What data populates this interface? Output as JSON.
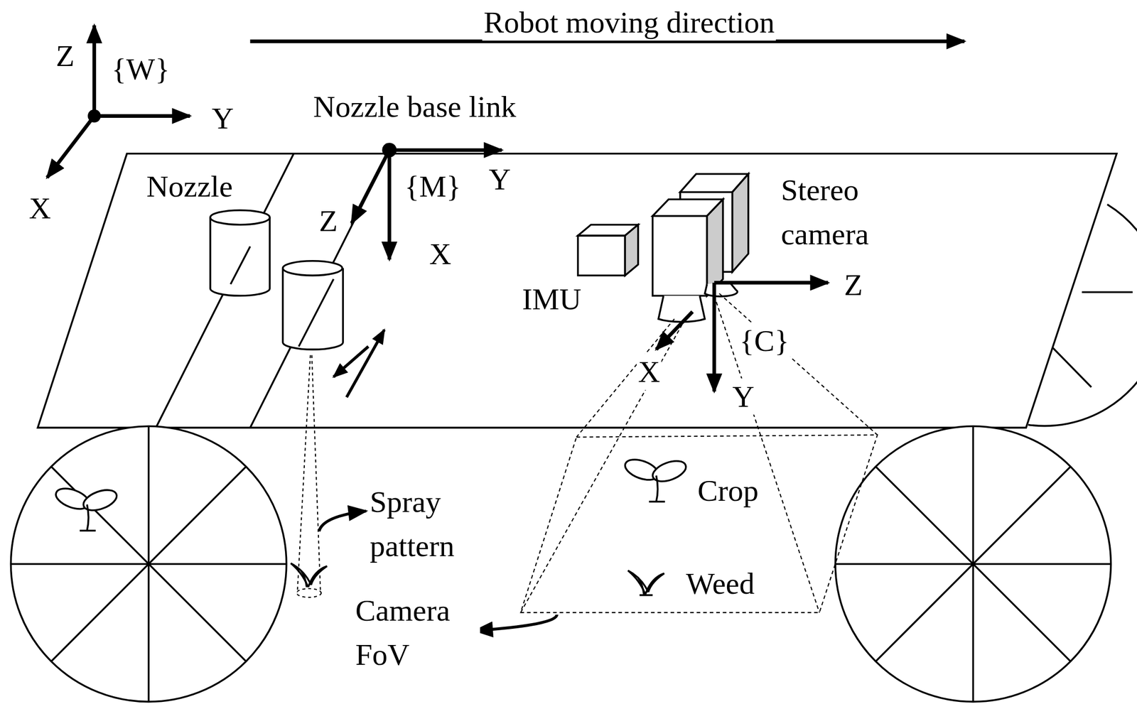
{
  "diagram": {
    "labels": [
      "Robot moving direction",
      "Z",
      "{W}",
      "Y",
      "X",
      "Nozzle base link",
      "Y",
      "{M}",
      "Z",
      "X",
      "Nozzle",
      "Stereo camera",
      "IMU",
      "Z",
      "X",
      "{C}",
      "Y",
      "Crop",
      "Spray pattern",
      "Weed",
      "Camera FoV"
    ]
  }
}
